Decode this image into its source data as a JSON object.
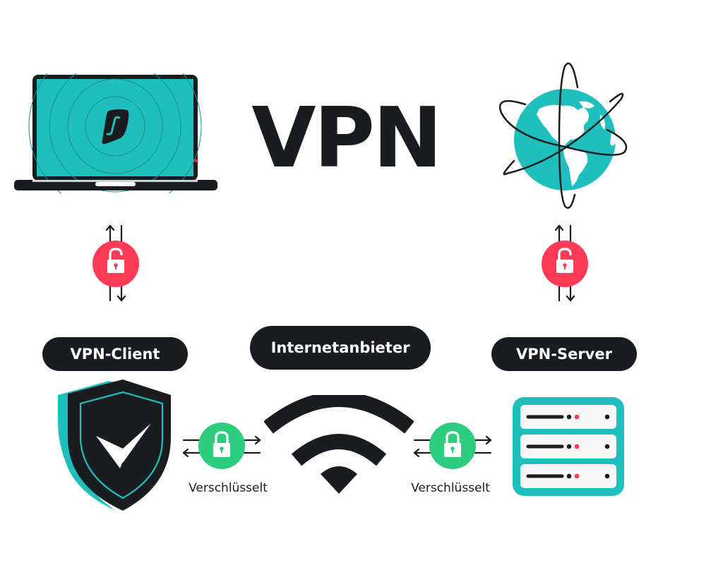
{
  "title": "VPN",
  "labels": {
    "client": "VPN-Client",
    "isp": "Internetanbieter",
    "server": "VPN-Server",
    "encrypted_left": "Verschlüsselt",
    "encrypted_right": "Verschlüsselt"
  },
  "icons": {
    "laptop": "laptop-icon",
    "globe": "globe-icon",
    "shield": "shield-check-icon",
    "wifi": "wifi-icon",
    "server": "server-icon",
    "unlocked": "unlocked-padlock-icon",
    "locked": "locked-padlock-icon"
  },
  "colors": {
    "dark": "#1a1d20",
    "teal": "#1fbfbd",
    "red": "#fe3a56",
    "green": "#2ccd7d",
    "light": "#f7f7f8"
  }
}
